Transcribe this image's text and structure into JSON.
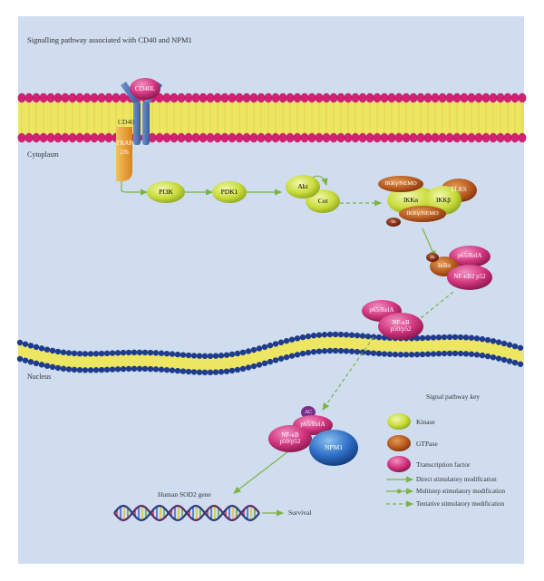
{
  "diagram": {
    "title": "Signalling pathway associated with CD40 and NPM1",
    "regions": {
      "cytoplasm": "Cytoplasm",
      "nucleus": "Nucleus"
    },
    "receptor": {
      "ligand": "CD40L",
      "receptor": "CD40",
      "adaptor": "TRAF 2/6"
    },
    "nodes": {
      "pi3k": "PI3K",
      "pdk1": "PDK1",
      "akt": "Akt",
      "cot": "Cot",
      "ikkg_top": "IKKγ/NEMO",
      "elks": "ELKS",
      "ikka": "IKKα",
      "ikkb": "IKKβ",
      "ikkg_bottom": "IKKγ/NEMO",
      "ub1": "Ub",
      "ub2": "Ub",
      "p65_relA_1": "p65/RelA",
      "ikba": "IκBα",
      "nfkb2_p52": "NF-κB2 p52",
      "p65_relA_2": "p65/RelA",
      "nfkb_p50_p52_1": "NF-κB p50/p52",
      "ac": "AC",
      "p65_relA_3": "p65/RelA",
      "nfkb_p50_p52_2": "NF-κB p50/p52",
      "npm1": "NPM1"
    },
    "gene": "Human SOD2 gene",
    "outcome": "Survival"
  },
  "legend": {
    "title": "Signal pathway key",
    "shapes": [
      {
        "label": "Kinase",
        "color": "#c9dc3a"
      },
      {
        "label": "GTPase",
        "color": "#b4561c"
      },
      {
        "label": "Transcription factor",
        "color": "#d2357f"
      }
    ],
    "lines": [
      {
        "label": "Direct stimulatory modification"
      },
      {
        "label": "Multistep stimulatory modification"
      },
      {
        "label": "Tentative stimulatory modification"
      }
    ]
  },
  "colors": {
    "background": "#cfddef",
    "membrane_head": "#d41f72",
    "membrane_tail": "#f2e74a",
    "nuclear_head": "#1e3b8c",
    "kinase": "#c9dc3a",
    "gtpase": "#b4561c",
    "transcription_factor": "#d2357f",
    "npm1": "#2f6fc7",
    "arrow": "#7cb342",
    "receptor": "#4a6fb0",
    "traf": "#f0a030"
  }
}
